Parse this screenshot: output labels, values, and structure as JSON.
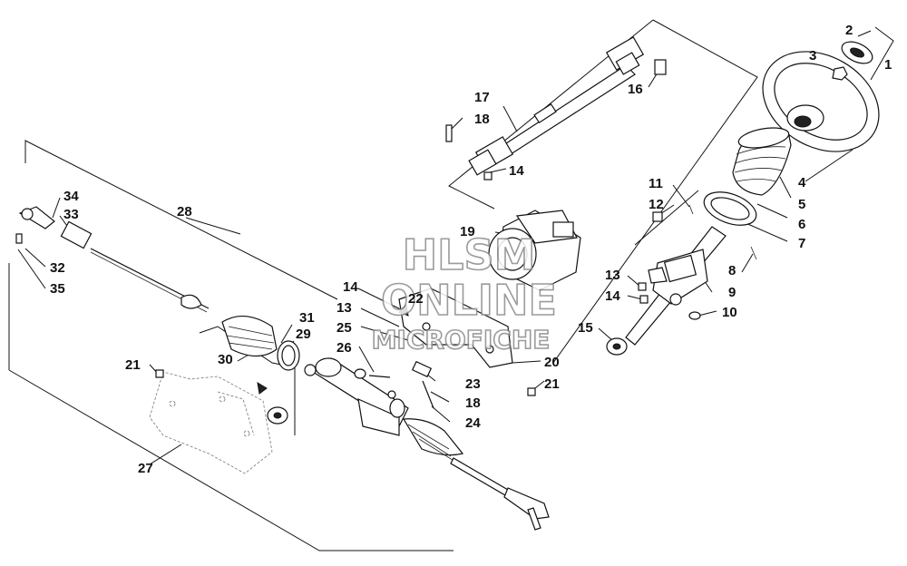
{
  "diagram": {
    "watermark": {
      "line1": "HLSM",
      "line2": "ONLINE",
      "line3": "MICROFICHE"
    },
    "callouts": [
      {
        "id": "c1",
        "label": "1"
      },
      {
        "id": "c2",
        "label": "2"
      },
      {
        "id": "c3",
        "label": "3"
      },
      {
        "id": "c4",
        "label": "4"
      },
      {
        "id": "c5",
        "label": "5"
      },
      {
        "id": "c6",
        "label": "6"
      },
      {
        "id": "c7",
        "label": "7"
      },
      {
        "id": "c8",
        "label": "8"
      },
      {
        "id": "c9",
        "label": "9"
      },
      {
        "id": "c10",
        "label": "10"
      },
      {
        "id": "c11",
        "label": "11"
      },
      {
        "id": "c12",
        "label": "12"
      },
      {
        "id": "c13a",
        "label": "13"
      },
      {
        "id": "c13b",
        "label": "13"
      },
      {
        "id": "c14a",
        "label": "14"
      },
      {
        "id": "c14b",
        "label": "14"
      },
      {
        "id": "c14c",
        "label": "14"
      },
      {
        "id": "c15",
        "label": "15"
      },
      {
        "id": "c16",
        "label": "16"
      },
      {
        "id": "c17",
        "label": "17"
      },
      {
        "id": "c18a",
        "label": "18"
      },
      {
        "id": "c18b",
        "label": "18"
      },
      {
        "id": "c19",
        "label": "19"
      },
      {
        "id": "c20",
        "label": "20"
      },
      {
        "id": "c21a",
        "label": "21"
      },
      {
        "id": "c21b",
        "label": "21"
      },
      {
        "id": "c22",
        "label": "22"
      },
      {
        "id": "c23",
        "label": "23"
      },
      {
        "id": "c24",
        "label": "24"
      },
      {
        "id": "c25",
        "label": "25"
      },
      {
        "id": "c26",
        "label": "26"
      },
      {
        "id": "c27",
        "label": "27"
      },
      {
        "id": "c28",
        "label": "28"
      },
      {
        "id": "c29",
        "label": "29"
      },
      {
        "id": "c30",
        "label": "30"
      },
      {
        "id": "c31",
        "label": "31"
      },
      {
        "id": "c32",
        "label": "32"
      },
      {
        "id": "c33",
        "label": "33"
      },
      {
        "id": "c34",
        "label": "34"
      },
      {
        "id": "c35",
        "label": "35"
      }
    ]
  }
}
